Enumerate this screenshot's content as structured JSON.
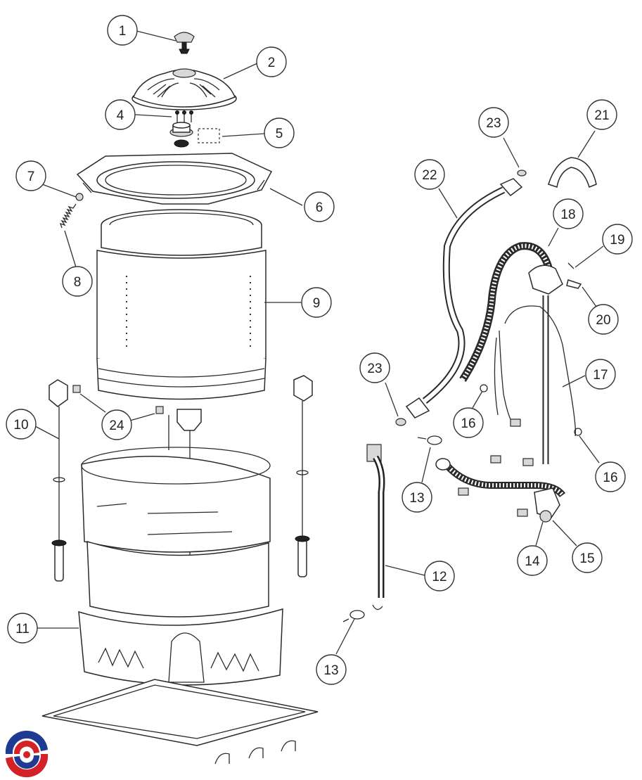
{
  "diagram": {
    "callouts": [
      {
        "id": "c1",
        "label": "1"
      },
      {
        "id": "c2",
        "label": "2"
      },
      {
        "id": "c4",
        "label": "4"
      },
      {
        "id": "c5",
        "label": "5"
      },
      {
        "id": "c6",
        "label": "6"
      },
      {
        "id": "c7",
        "label": "7"
      },
      {
        "id": "c8",
        "label": "8"
      },
      {
        "id": "c9",
        "label": "9"
      },
      {
        "id": "c10",
        "label": "10"
      },
      {
        "id": "c11",
        "label": "11"
      },
      {
        "id": "c12",
        "label": "12"
      },
      {
        "id": "c13a",
        "label": "13"
      },
      {
        "id": "c13b",
        "label": "13"
      },
      {
        "id": "c14",
        "label": "14"
      },
      {
        "id": "c15",
        "label": "15"
      },
      {
        "id": "c16a",
        "label": "16"
      },
      {
        "id": "c16b",
        "label": "16"
      },
      {
        "id": "c17",
        "label": "17"
      },
      {
        "id": "c18",
        "label": "18"
      },
      {
        "id": "c19",
        "label": "19"
      },
      {
        "id": "c20",
        "label": "20"
      },
      {
        "id": "c21",
        "label": "21"
      },
      {
        "id": "c22",
        "label": "22"
      },
      {
        "id": "c23a",
        "label": "23"
      },
      {
        "id": "c23b",
        "label": "23"
      },
      {
        "id": "c24",
        "label": "24"
      }
    ],
    "colors": {
      "logo_red": "#d42027",
      "logo_blue": "#1f3a93",
      "line": "#2a2a2a"
    }
  }
}
